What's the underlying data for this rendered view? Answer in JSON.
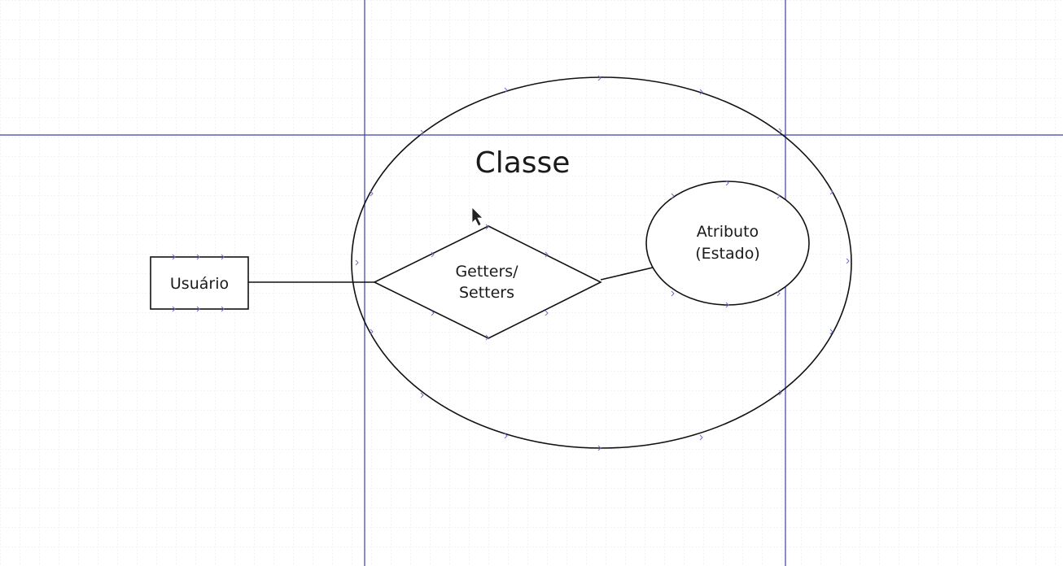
{
  "diagram": {
    "title": "Classe",
    "user_label": "Usuário",
    "getters_setters_lines": [
      "Getters/",
      "Setters"
    ],
    "attribute_lines": [
      "Atributo",
      "(Estado)"
    ]
  },
  "colors": {
    "background": "#ffffff",
    "grid": "#dfe3ea",
    "guide_lines": "#3b3fa8",
    "shape_stroke": "#111111",
    "handle_marks": "#6f72c4"
  },
  "cursor": {
    "icon": "mouse-pointer-icon"
  }
}
